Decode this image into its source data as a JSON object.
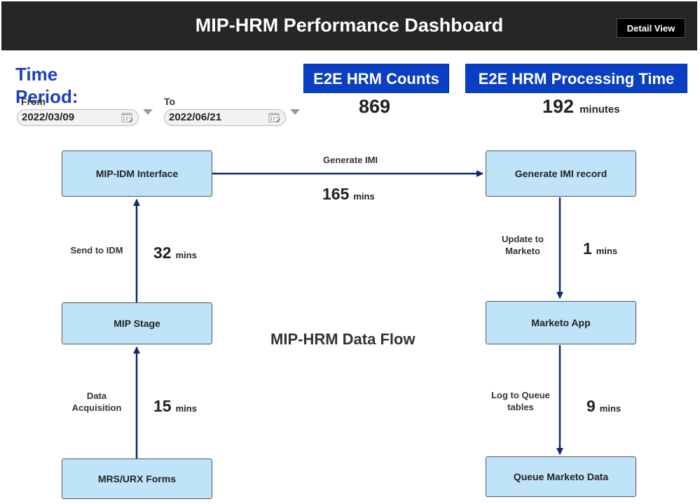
{
  "header": {
    "title": "MIP-HRM Performance Dashboard",
    "detail_button": "Detail View"
  },
  "filters": {
    "time_period_label": "Time Period:",
    "from_label": "From",
    "from_value": "2022/03/09",
    "to_label": "To",
    "to_value": "2022/06/21"
  },
  "kpis": {
    "counts": {
      "label": "E2E HRM Counts",
      "value": "869"
    },
    "processing": {
      "label": "E2E HRM Processing Time",
      "value": "192",
      "unit": "minutes"
    }
  },
  "flow": {
    "title": "MIP-HRM Data Flow",
    "nodes": {
      "mip_idm_interface": "MIP-IDM Interface",
      "generate_imi_record": "Generate IMI record",
      "mip_stage": "MIP Stage",
      "marketo_app": "Marketo App",
      "mrs_urx_forms": "MRS/URX Forms",
      "queue_marketo_data": "Queue Marketo Data"
    },
    "edges": {
      "generate_imi": {
        "label": "Generate IMI",
        "value": "165",
        "unit": "mins"
      },
      "send_to_idm": {
        "label": "Send to IDM",
        "value": "32",
        "unit": "mins"
      },
      "data_acquisition": {
        "label": "Data\nAcquisition",
        "value": "15",
        "unit": "mins"
      },
      "update_to_marketo": {
        "label": "Update to\nMarketo",
        "value": "1",
        "unit": "mins"
      },
      "log_to_queue": {
        "label": "Log to Queue\ntables",
        "value": "9",
        "unit": "mins"
      }
    }
  },
  "colors": {
    "header_bg": "#262626",
    "kpi_blue": "#0a3fc4",
    "node_fill": "#bfe3f8",
    "arrow": "#0d2a6e",
    "time_period_text": "#1f3fbf"
  }
}
